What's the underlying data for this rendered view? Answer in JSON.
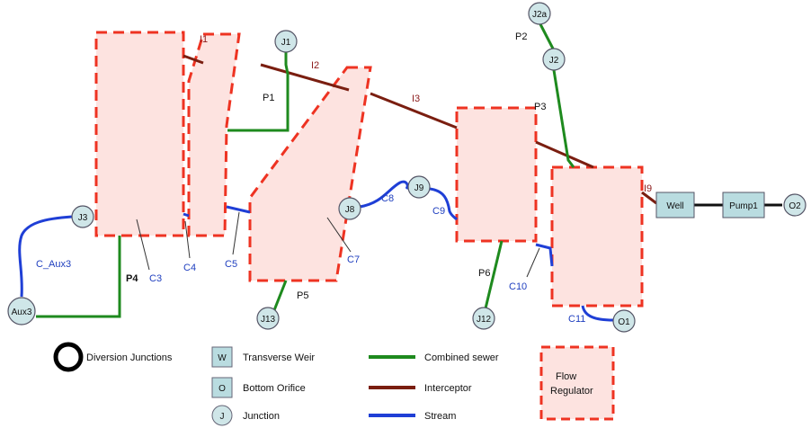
{
  "colors": {
    "combined_sewer": "#1e8a1e",
    "interceptor": "#7a1e10",
    "stream": "#1f3fd6",
    "regulator_border": "#ee3322",
    "regulator_fill": "#fde3e0",
    "junction_fill": "#cfe6e8",
    "weir_fill": "#b9dce0"
  },
  "nodes": {
    "j1": "J1",
    "j2a": "J2a",
    "j2": "J2",
    "j3": "J3",
    "aux3": "Aux3",
    "j8": "J8",
    "j9": "J9",
    "j12": "J12",
    "j13": "J13",
    "o1": "O1",
    "o2": "O2",
    "well": "Well",
    "pump1": "Pump1"
  },
  "links": {
    "i1": "I1",
    "i2": "I2",
    "i3": "I3",
    "i9": "I9",
    "p1": "P1",
    "p2": "P2",
    "p3": "P3",
    "p4": "P4",
    "p5": "P5",
    "p6": "P6",
    "c3": "C3",
    "c4": "C4",
    "c5": "C5",
    "c7": "C7",
    "c8": "C8",
    "c9": "C9",
    "c10": "C10",
    "c11": "C11",
    "c_aux3": "C_Aux3"
  },
  "legend": {
    "diversion": "Diversion Junctions",
    "weir_symbol": "W",
    "weir": "Transverse Weir",
    "orifice_symbol": "O",
    "orifice": "Bottom Orifice",
    "junction_symbol": "J",
    "junction": "Junction",
    "combined": "Combined sewer",
    "interceptor": "Interceptor",
    "stream": "Stream",
    "flow_line1": "Flow",
    "flow_line2": "Regulator"
  }
}
